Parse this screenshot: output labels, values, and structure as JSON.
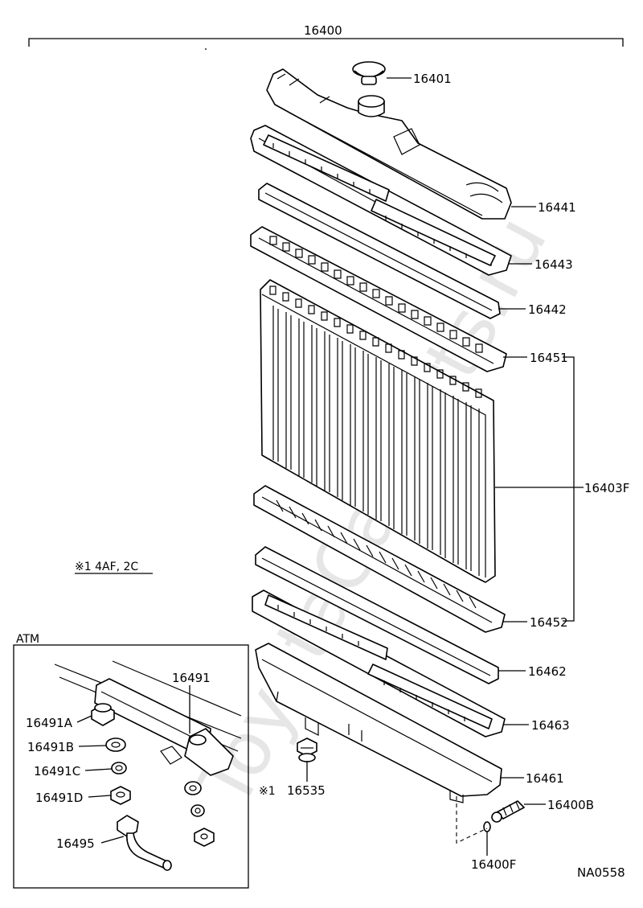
{
  "diagram": {
    "assembly_number": "16400",
    "drawing_code": "NA0558",
    "note": "※1  4AF, 2C",
    "note_marker": "※1",
    "inset_title": "ATM",
    "watermark": "ToyotaCarParts.ru",
    "parts": {
      "p16401": "16401",
      "p16441": "16441",
      "p16443": "16443",
      "p16442": "16442",
      "p16451": "16451",
      "p16403F": "16403F",
      "p16452": "16452",
      "p16462": "16462",
      "p16463": "16463",
      "p16461": "16461",
      "p16400B": "16400B",
      "p16400F": "16400F",
      "p16535": "16535",
      "p16491": "16491",
      "p16491A": "16491A",
      "p16491B": "16491B",
      "p16491C": "16491C",
      "p16491D": "16491D",
      "p16495": "16495"
    }
  }
}
